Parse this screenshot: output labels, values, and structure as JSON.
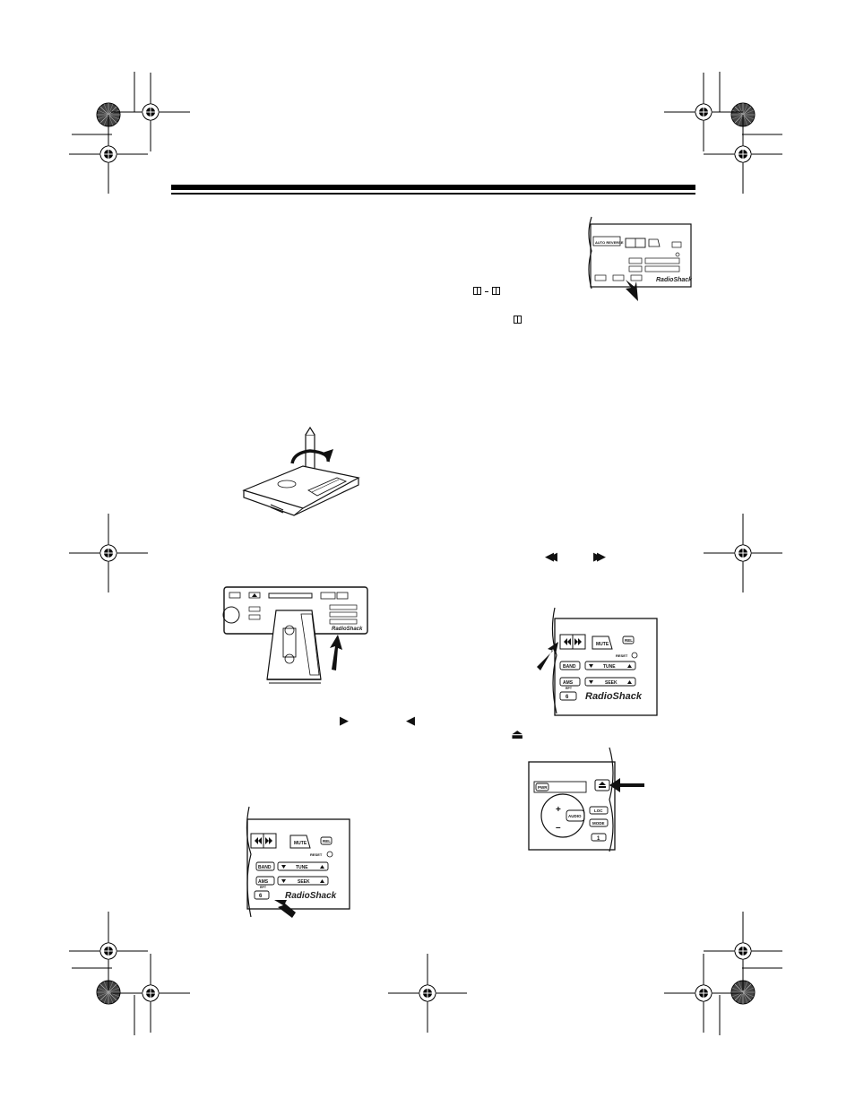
{
  "brand": "RadioShack",
  "panel": {
    "mute": "MUTE",
    "rel": "REL",
    "reset": "RESET",
    "band": "BAND",
    "tune": "TUNE",
    "seek": "SEEK",
    "ams": "AMS",
    "rpt": "RPT",
    "preset6": "6",
    "preset1": "1",
    "pwr": "PWR",
    "audio": "AUDIO",
    "loc": "LOC",
    "mode": "MODE",
    "plus": "+",
    "minus": "–",
    "dolby": "AUTO REVERSE"
  },
  "glyphs": {
    "rewind": "◀◀",
    "ffwd": "▶▶",
    "play_right": "▶",
    "play_left": "◀",
    "eject": "⏏"
  }
}
